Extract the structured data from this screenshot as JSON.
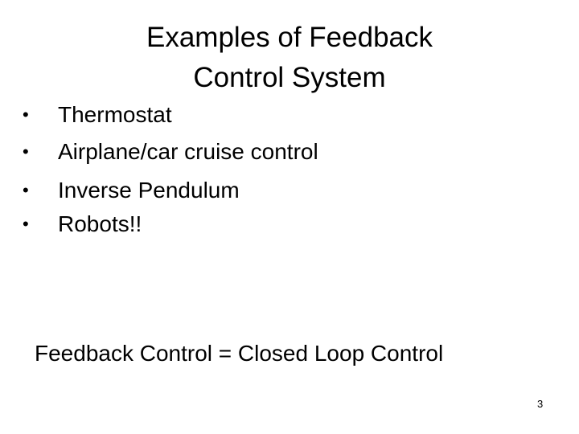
{
  "slide": {
    "title_lines": [
      "Examples of Feedback",
      "Control System"
    ],
    "bullets": [
      {
        "icon": "bullet-dot",
        "label": "Thermostat"
      },
      {
        "icon": "bullet-dot",
        "label": "Airplane/car cruise control"
      },
      {
        "icon": "bullet-dot",
        "label": "Inverse Pendulum"
      },
      {
        "icon": "bullet-dot",
        "label": "Robots!!"
      }
    ],
    "bullet_glyph": "•",
    "note": "Feedback Control = Closed Loop Control",
    "page_number": "3",
    "colors": {
      "background": "#ffffff",
      "text": "#000000"
    }
  }
}
